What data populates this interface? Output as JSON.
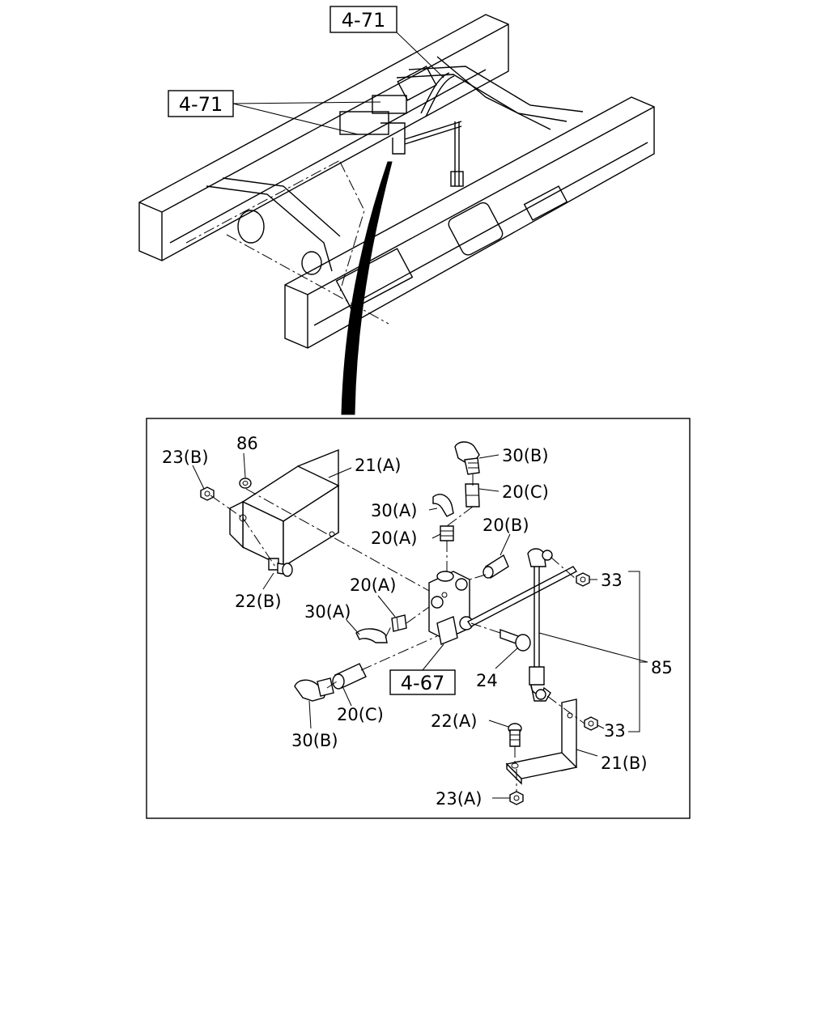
{
  "references": {
    "ref_top": "4-71",
    "ref_left": "4-71",
    "ref_valve": "4-67"
  },
  "labels": {
    "l_86": "86",
    "l_23b": "23(B)",
    "l_21a": "21(A)",
    "l_30b_top": "30(B)",
    "l_20c_top": "20(C)",
    "l_30a_top": "30(A)",
    "l_20a_top": "20(A)",
    "l_20b": "20(B)",
    "l_33_top": "33",
    "l_22b": "22(B)",
    "l_20a_mid": "20(A)",
    "l_30a_mid": "30(A)",
    "l_85": "85",
    "l_24": "24",
    "l_20c_bot": "20(C)",
    "l_30b_bot": "30(B)",
    "l_22a": "22(A)",
    "l_33_bot": "33",
    "l_21b": "21(B)",
    "l_23a": "23(A)"
  }
}
